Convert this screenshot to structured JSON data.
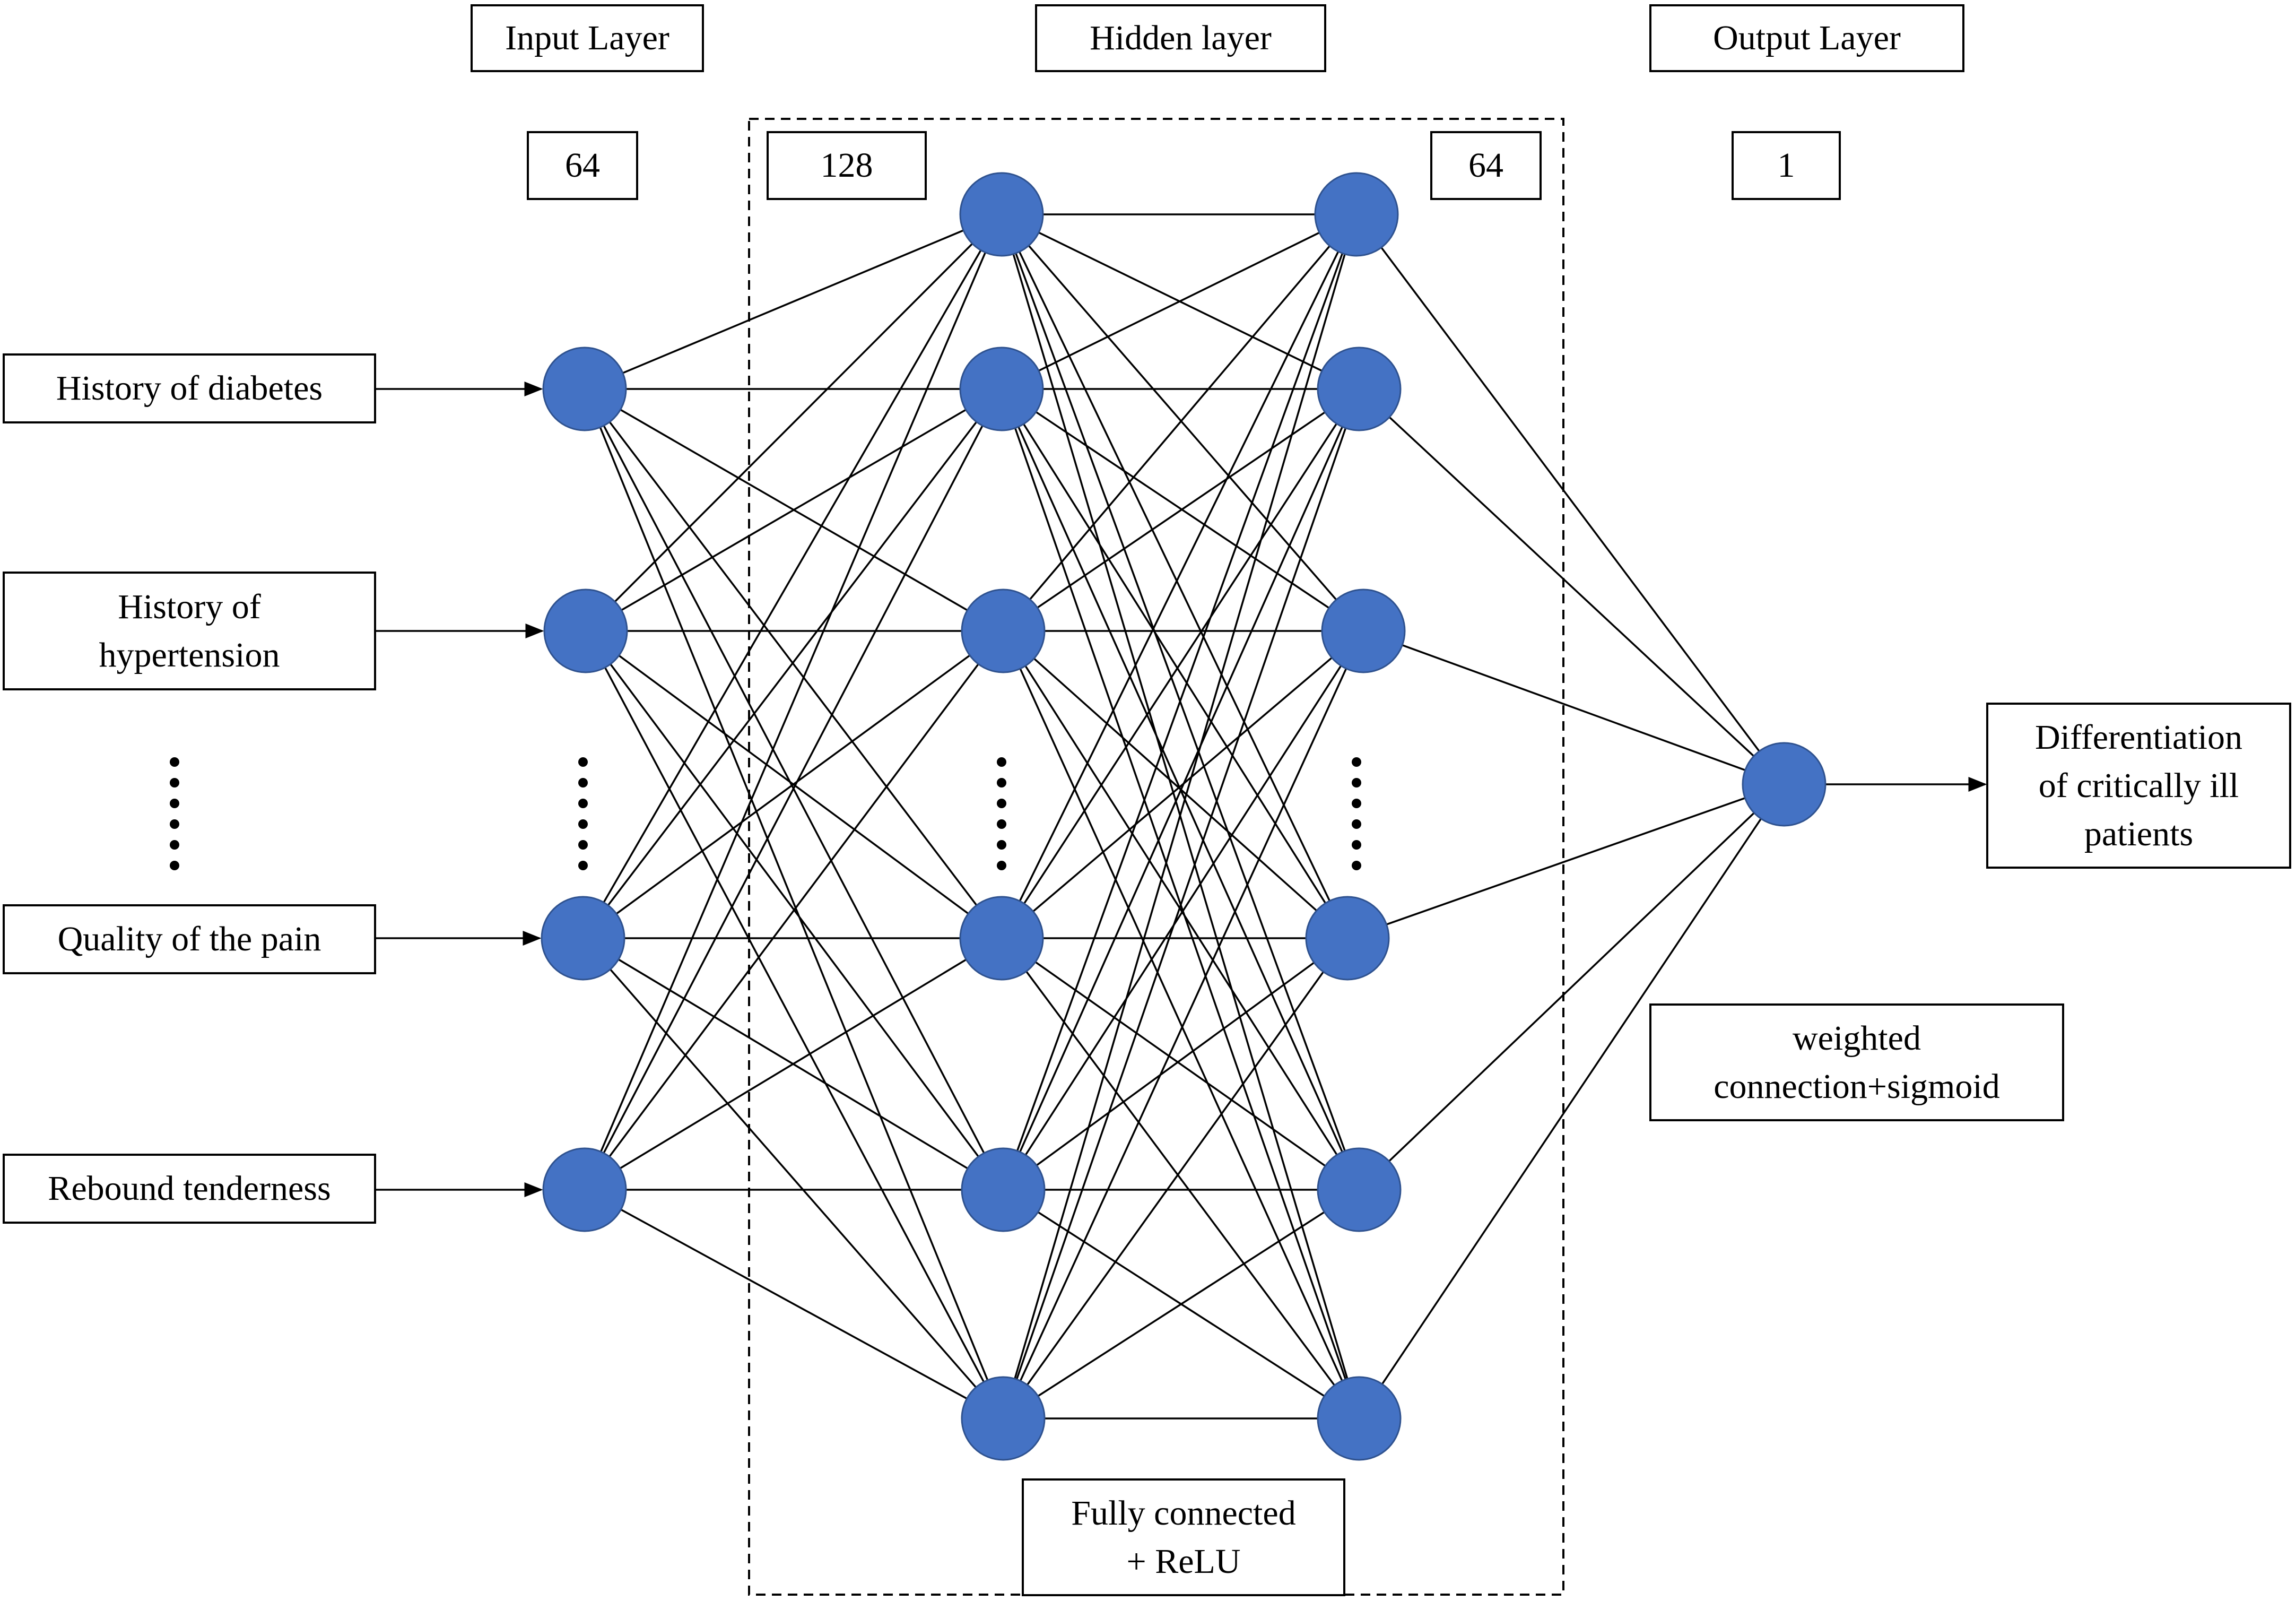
{
  "colors": {
    "node": "#4472c4",
    "node_stroke": "#2f528f",
    "line": "#000000",
    "background": "#ffffff"
  },
  "layers": {
    "input": {
      "title": "Input Layer",
      "size": "64"
    },
    "hidden": {
      "title": "Hidden layer",
      "size_1": "128",
      "size_2": "64",
      "note_line1": "Fully connected",
      "note_line2": "+ ReLU"
    },
    "output": {
      "title": "Output Layer",
      "size": "1",
      "note_line1": "weighted",
      "note_line2": "connection+sigmoid"
    }
  },
  "features": {
    "diabetes": "History of diabetes",
    "hypertension_line1": "History of",
    "hypertension_line2": "hypertension",
    "pain": "Quality of the pain",
    "rebound": "Rebound tenderness"
  },
  "output_label": {
    "line1": "Differentiation",
    "line2": "of critically ill",
    "line3": "patients"
  }
}
